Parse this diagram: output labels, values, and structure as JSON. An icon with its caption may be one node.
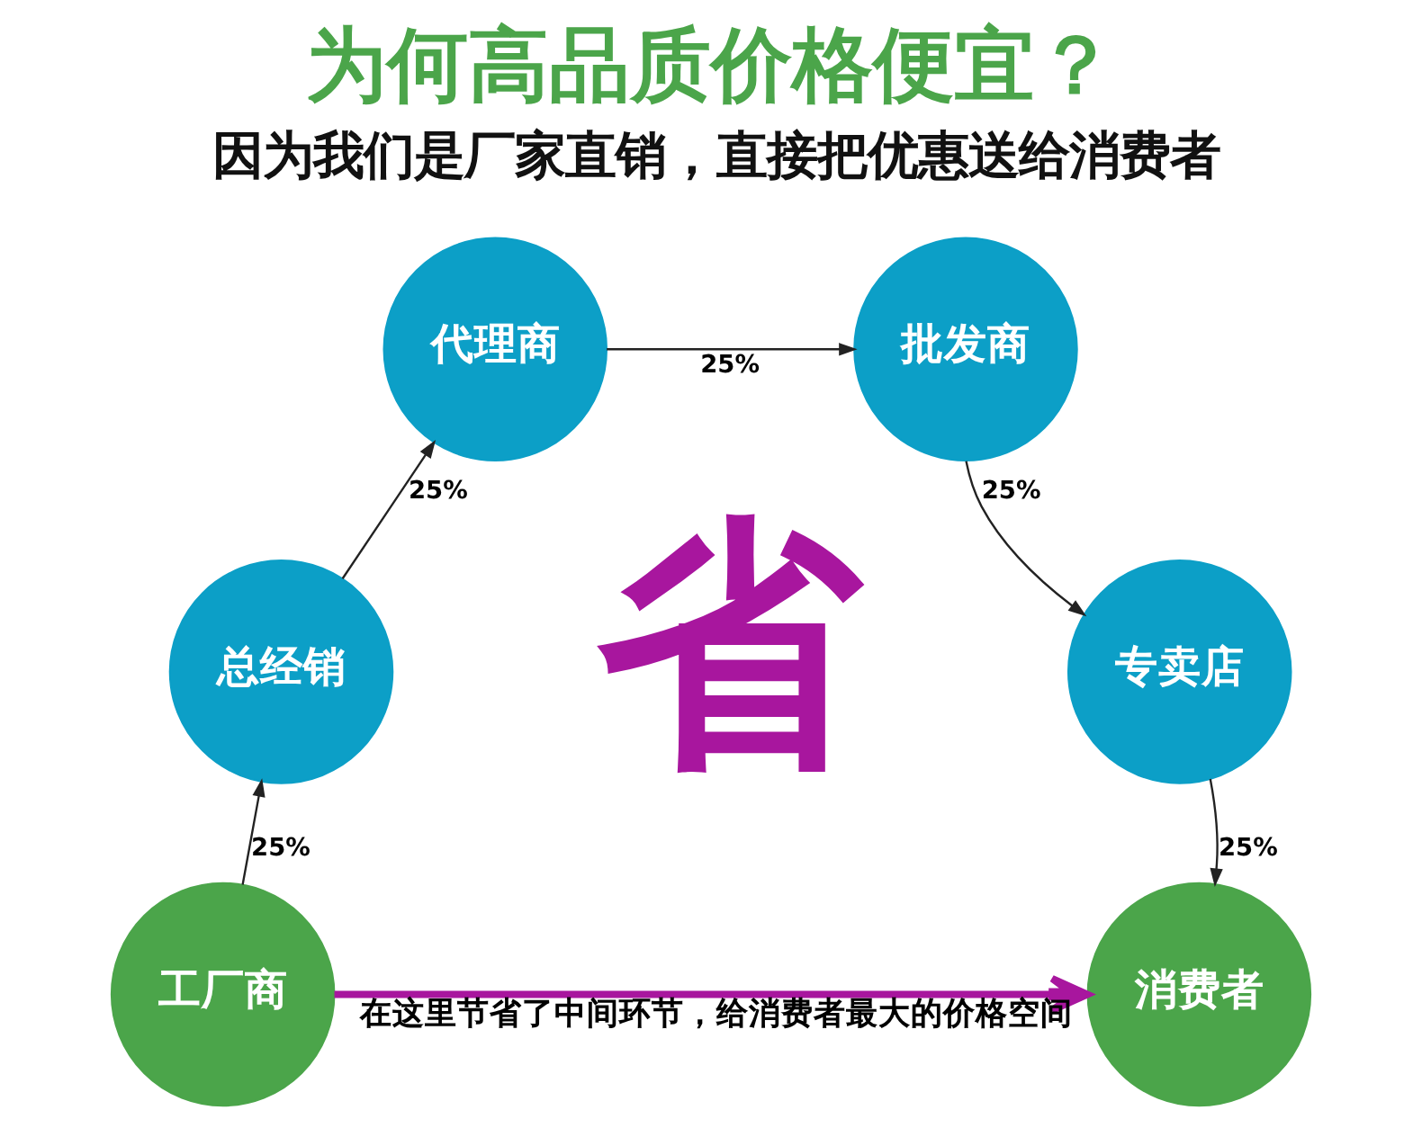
{
  "diagram": {
    "title": "为何高品质价格便宜？",
    "nodes": [
      {
        "text": [
          "工厂商"
        ]
      },
      {
        "text": [
          "总经销"
        ]
      },
      {
        "text": [
          "代理商"
        ]
      },
      {
        "text": [
          "批发商"
        ]
      },
      {
        "text": [
          "专卖店"
        ]
      },
      {
        "text": [
          "消费者"
        ]
      }
    ],
    "edges": [
      {
        "from": 0,
        "to": 1,
        "arrow": "to",
        "label": "25%"
      },
      {
        "from": 1,
        "to": 2,
        "arrow": "to",
        "label": "25%"
      },
      {
        "from": 2,
        "to": 3,
        "arrow": "to",
        "label": "25%"
      },
      {
        "from": 3,
        "to": 4,
        "arrow": "to",
        "label": "25%"
      },
      {
        "from": 4,
        "to": 5,
        "arrow": "to",
        "label": "25%"
      },
      {
        "from": 0,
        "to": 5,
        "arrow": "to",
        "label": "在这里节省了中间环节，给消费者最大的价格空间",
        "style": "thick",
        "color": "#a8169e"
      }
    ],
    "labels": [
      "因为我们是厂家直销，直接把优惠送给消费者",
      "省"
    ]
  }
}
